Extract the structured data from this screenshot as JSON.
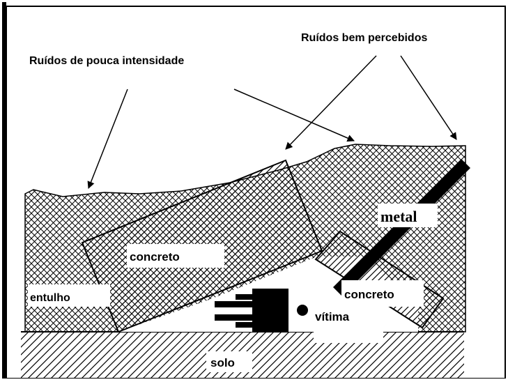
{
  "labels": {
    "low_noise": "Ruídos de pouca intensidade",
    "good_noise": "Ruídos bem percebidos",
    "metal": "metal",
    "concrete_big": "concreto",
    "concrete_small": "concreto",
    "rubble": "entulho",
    "victim": "vítima",
    "ground": "solo"
  },
  "colors": {
    "ink": "#000000",
    "background": "#ffffff"
  },
  "icons": {
    "victim": "person-lying-icon"
  }
}
